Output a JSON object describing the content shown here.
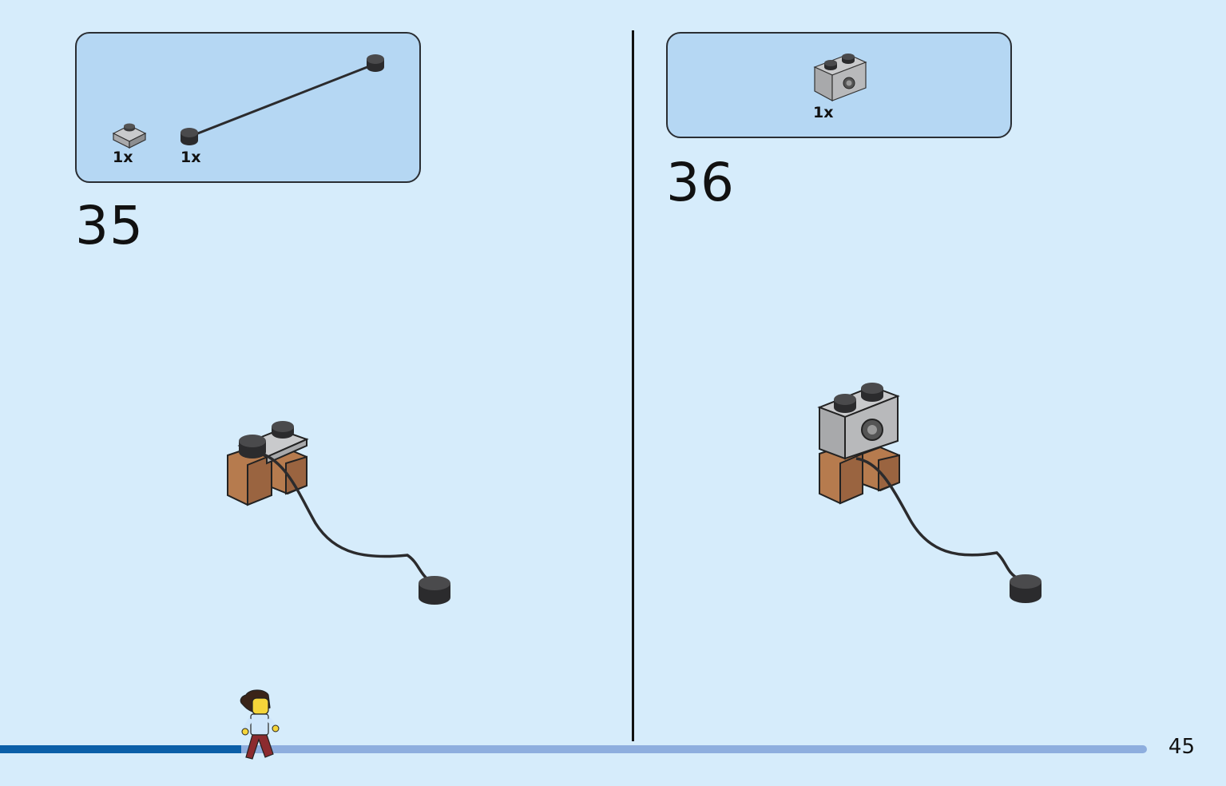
{
  "steps": [
    {
      "number": "35",
      "parts": [
        {
          "qty": "1x",
          "icon": "plate-1x1-gray-icon"
        },
        {
          "qty": "1x",
          "icon": "string-with-studs-icon"
        }
      ]
    },
    {
      "number": "36",
      "parts": [
        {
          "qty": "1x",
          "icon": "brick-1x2-with-hole-icon"
        }
      ]
    }
  ],
  "progress": {
    "value": 0.21
  },
  "page": {
    "number": "45"
  },
  "colors": {
    "background": "#d6ecfb",
    "parts_box": "#b5d7f3",
    "progress_fill": "#0b5fa8",
    "progress_track": "#8eaede",
    "brick_gray": "#a8a9ab",
    "brick_brown": "#b67b4e",
    "stud_black": "#2b2b2d"
  }
}
